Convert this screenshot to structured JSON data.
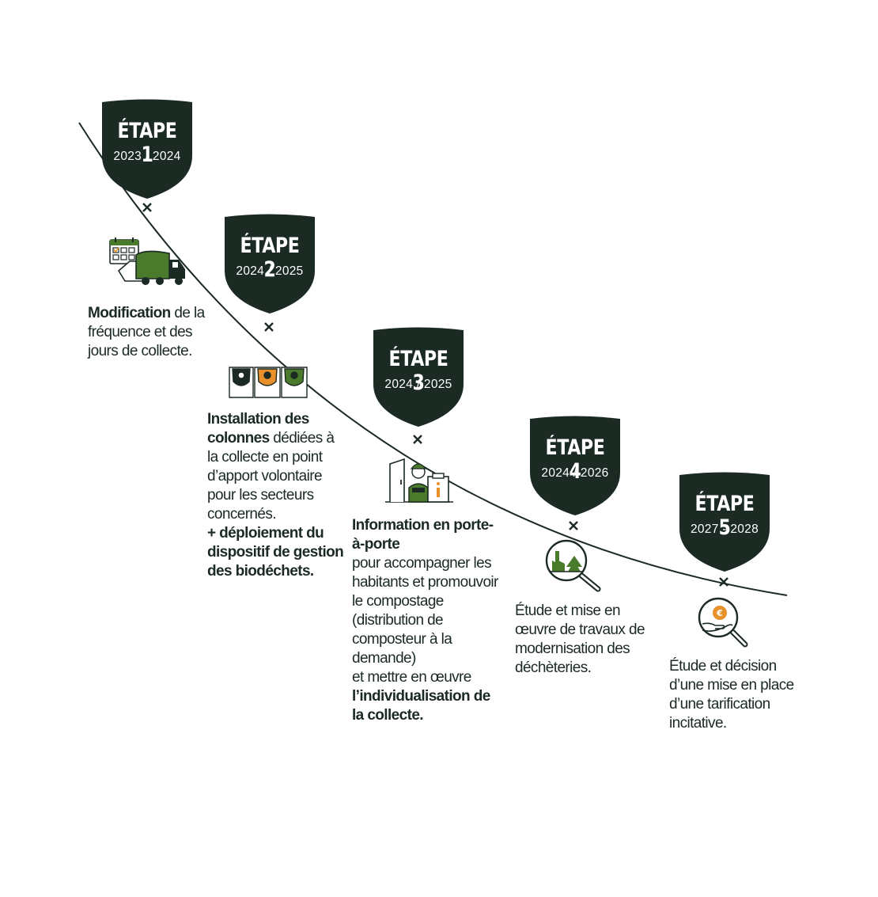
{
  "colors": {
    "dark": "#1b2a22",
    "green": "#4a7a2c",
    "orange": "#e8902a",
    "white": "#ffffff"
  },
  "stages": [
    {
      "title": "ÉTAPE 1",
      "years": "2023 / 2024",
      "icon": "garbage-truck-calendar-icon",
      "text": [
        {
          "t": "Modification",
          "b": true
        },
        {
          "t": " de la fréquence et des jours de collecte.",
          "b": false
        }
      ]
    },
    {
      "title": "ÉTAPE 2",
      "years": "2024 / 2025",
      "icon": "collection-bins-icon",
      "text": [
        {
          "t": "Installation des colonnes",
          "b": true
        },
        {
          "t": " dédiées à la collecte en point d’apport volontaire pour les secteurs concernés.",
          "b": false
        },
        {
          "t": "\n+ déploiement du dispositif de gestion des biodéchets.",
          "b": true
        }
      ]
    },
    {
      "title": "ÉTAPE 3",
      "years": "2024 / 2025",
      "icon": "door-to-door-agent-icon",
      "text": [
        {
          "t": "Information en porte-à-porte",
          "b": true
        },
        {
          "t": "\npour accompagner les habitants et promouvoir le compostage (distribution de composteur à la demande)\net mettre en œuvre ",
          "b": false
        },
        {
          "t": "l’individualisation de la collecte.",
          "b": true
        }
      ]
    },
    {
      "title": "ÉTAPE 4",
      "years": "2024 / 2026",
      "icon": "magnifier-factory-icon",
      "text": [
        {
          "t": "Étude et mise en œuvre de travaux de modernisation des déchèteries.",
          "b": false
        }
      ]
    },
    {
      "title": "ÉTAPE 5",
      "years": "2027 - 2028",
      "icon": "magnifier-euro-icon",
      "text": [
        {
          "t": "Étude et décision d’une mise en place d’une tarification incitative.",
          "b": false
        }
      ]
    }
  ]
}
